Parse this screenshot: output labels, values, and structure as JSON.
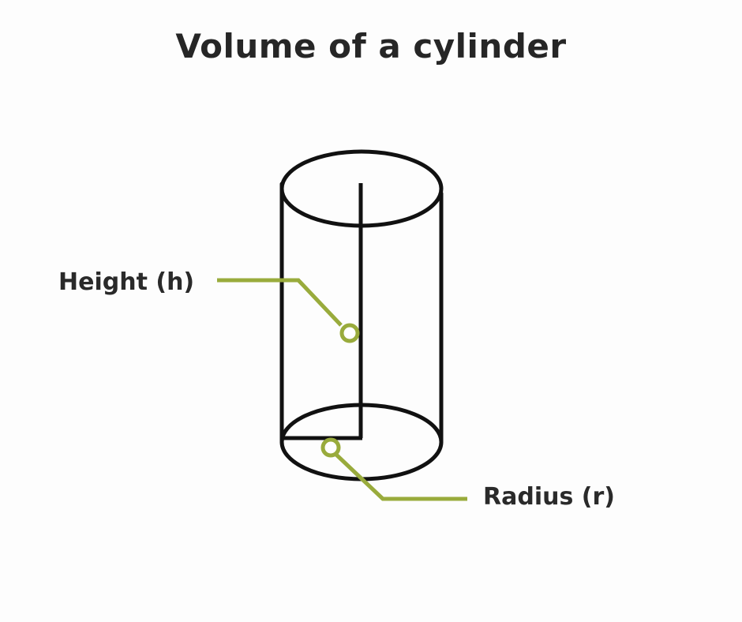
{
  "title": "Volume of a cylinder",
  "labels": {
    "height": "Height (h)",
    "radius": "Radius (r)"
  },
  "colors": {
    "stroke": "#111111",
    "accent": "#99ab3c",
    "text": "#2a2a2a"
  }
}
